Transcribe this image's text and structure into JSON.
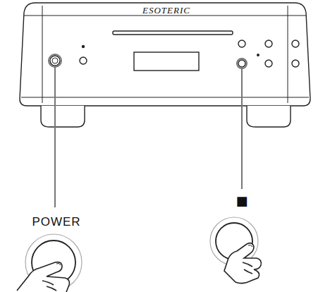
{
  "diagram": {
    "labels": [
      "ESOTERIC",
      "POWER",
      "■"
    ]
  }
}
